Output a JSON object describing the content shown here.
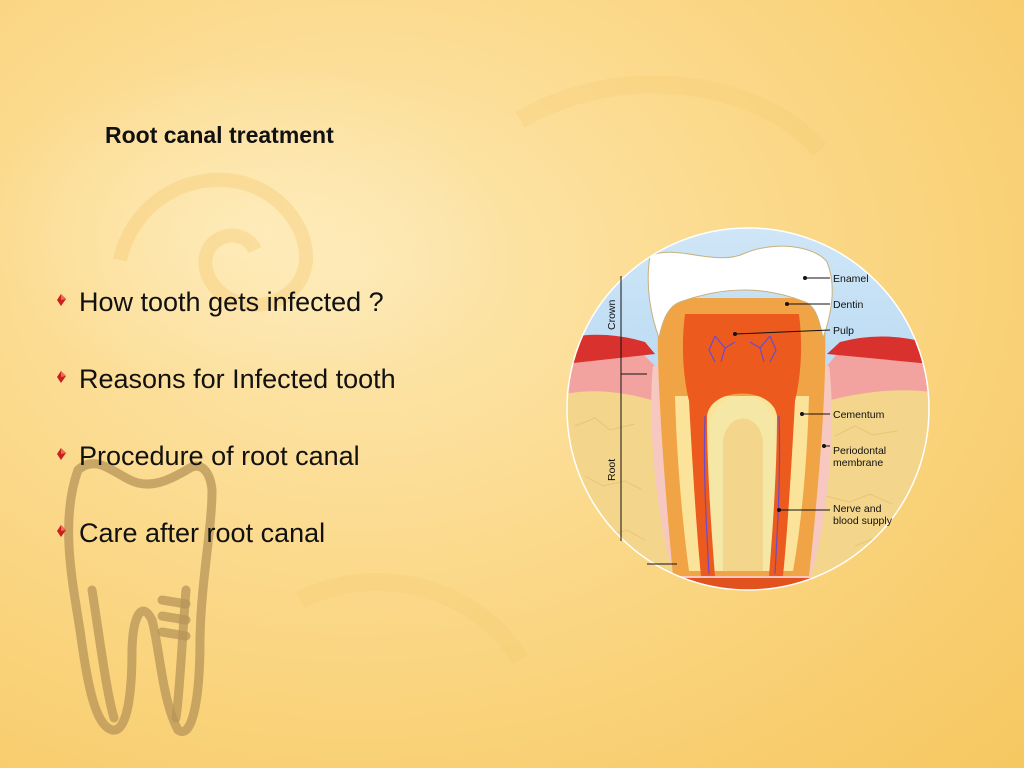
{
  "slide": {
    "title": "Root canal treatment",
    "bullets": [
      "How tooth gets infected ?",
      "Reasons for Infected tooth",
      "Procedure of root canal",
      "Care after root canal"
    ]
  },
  "diagram": {
    "labels": {
      "enamel": "Enamel",
      "dentin": "Dentin",
      "pulp": "Pulp",
      "cementum": "Cementum",
      "periodontal_line1": "Periodontal",
      "periodontal_line2": "membrane",
      "nerve_line1": "Nerve and",
      "nerve_line2": "blood supply",
      "crown": "Crown",
      "root": "Root"
    }
  },
  "icons": {
    "bullet": "red-diamond-bullet-icon",
    "background": "tooth-outline-watermark-icon"
  },
  "colors": {
    "background": "#fbd98a",
    "bullet": "#c8201c",
    "text": "#111111",
    "gum": "#d9312e",
    "pulp": "#ec5a1e",
    "dentin": "#f0a445",
    "enamel": "#ffffff",
    "bone": "#f3d58b"
  }
}
